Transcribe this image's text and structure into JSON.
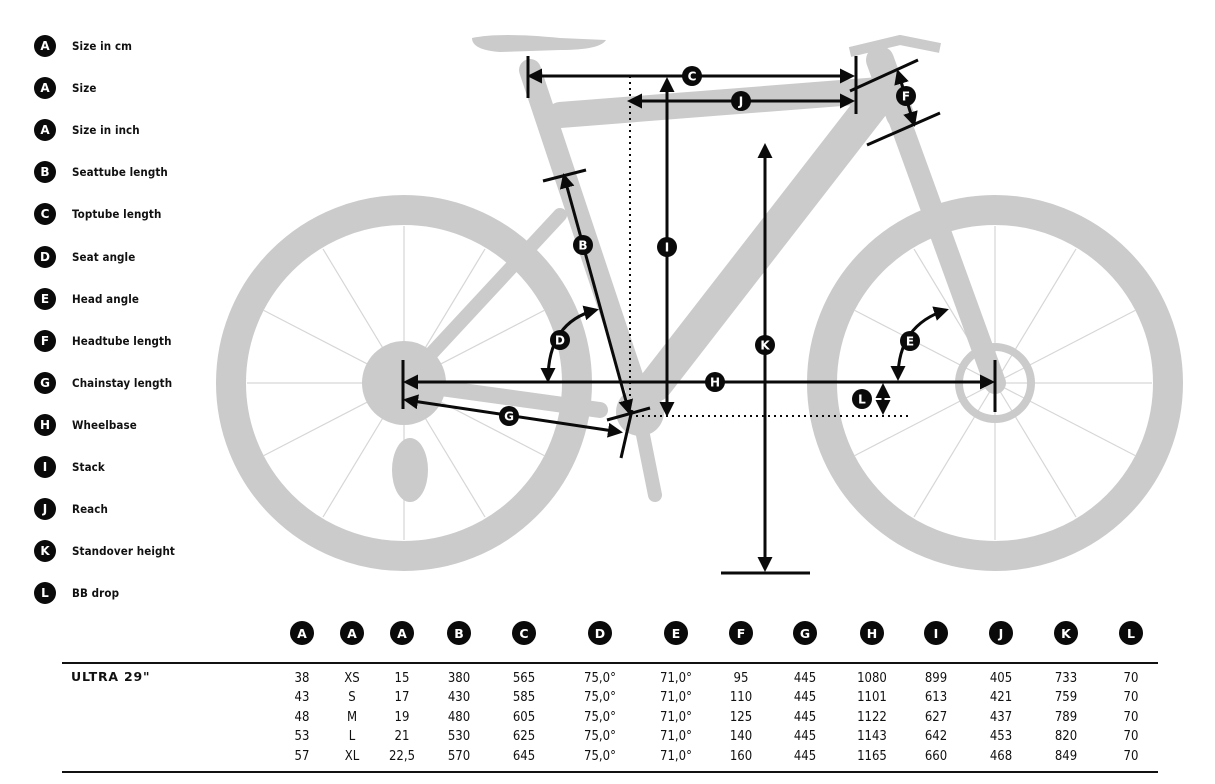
{
  "legend": [
    {
      "letter": "A",
      "label": "Size in cm"
    },
    {
      "letter": "A",
      "label": "Size"
    },
    {
      "letter": "A",
      "label": "Size in inch"
    },
    {
      "letter": "B",
      "label": "Seattube length"
    },
    {
      "letter": "C",
      "label": "Toptube length"
    },
    {
      "letter": "D",
      "label": "Seat angle"
    },
    {
      "letter": "E",
      "label": "Head angle"
    },
    {
      "letter": "F",
      "label": "Headtube length"
    },
    {
      "letter": "G",
      "label": "Chainstay length"
    },
    {
      "letter": "H",
      "label": "Wheelbase"
    },
    {
      "letter": "I",
      "label": "Stack"
    },
    {
      "letter": "J",
      "label": "Reach"
    },
    {
      "letter": "K",
      "label": "Standover height"
    },
    {
      "letter": "L",
      "label": "BB drop"
    }
  ],
  "diagram_labels": {
    "b": "B",
    "c": "C",
    "d": "D",
    "e": "E",
    "f": "F",
    "g": "G",
    "h": "H",
    "i": "I",
    "j": "J",
    "k": "K",
    "l": "L"
  },
  "table": {
    "model": "ULTRA 29\"",
    "columns": [
      "A",
      "A",
      "A",
      "B",
      "C",
      "D",
      "E",
      "F",
      "G",
      "H",
      "I",
      "J",
      "K",
      "L"
    ],
    "rows": [
      [
        "38",
        "XS",
        "15",
        "380",
        "565",
        "75,0°",
        "71,0°",
        "95",
        "445",
        "1080",
        "899",
        "405",
        "733",
        "70"
      ],
      [
        "43",
        "S",
        "17",
        "430",
        "585",
        "75,0°",
        "71,0°",
        "110",
        "445",
        "1101",
        "613",
        "421",
        "759",
        "70"
      ],
      [
        "48",
        "M",
        "19",
        "480",
        "605",
        "75,0°",
        "71,0°",
        "125",
        "445",
        "1122",
        "627",
        "437",
        "789",
        "70"
      ],
      [
        "53",
        "L",
        "21",
        "530",
        "625",
        "75,0°",
        "71,0°",
        "140",
        "445",
        "1143",
        "642",
        "453",
        "820",
        "70"
      ],
      [
        "57",
        "XL",
        "22,5",
        "570",
        "645",
        "75,0°",
        "71,0°",
        "160",
        "445",
        "1165",
        "660",
        "468",
        "849",
        "70"
      ]
    ]
  },
  "colors": {
    "bike": "#cbcbcb",
    "ink": "#0a0a0a"
  }
}
